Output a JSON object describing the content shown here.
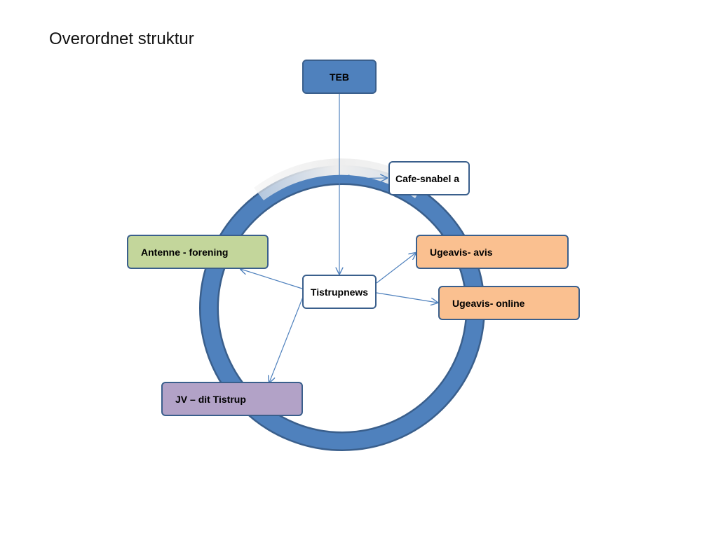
{
  "slide": {
    "title": "Overordnet struktur"
  },
  "nodes": {
    "teb": "TEB",
    "cafe_snabel": "Cafe-snabel a",
    "antenne_forening": "Antenne - forening",
    "ugeavis_avis": "Ugeavis- avis",
    "tistrupnews": "Tistrupnews",
    "ugeavis_online": "Ugeavis- online",
    "jv_dit_tistrup": "JV – dit Tistrup"
  },
  "colors": {
    "ring": "#4f81bd",
    "ring_outline": "#3a5f8c",
    "arrow": "#4f81bd",
    "teb_fill": "#4f81bd",
    "antenne_fill": "#c3d69b",
    "ugeavis_fill": "#fac090",
    "jv_fill": "#b2a2c7",
    "plain_fill": "#ffffff"
  }
}
